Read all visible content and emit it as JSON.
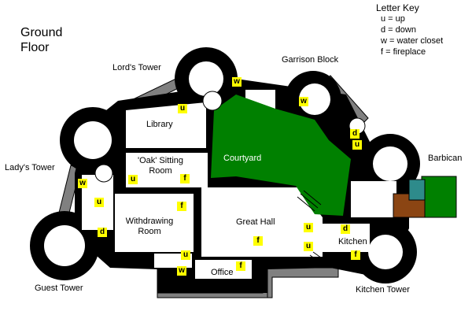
{
  "floor_title": [
    "Ground",
    "Floor"
  ],
  "legend": {
    "title": "Letter Key",
    "items": [
      "u = up",
      "d = down",
      "w = water closet",
      "f = fireplace"
    ]
  },
  "rooms": {
    "lords_tower": "Lord's Tower",
    "garrison_block": "Garrison Block",
    "library": "Library",
    "oak_sitting_room": [
      "'Oak' Sitting",
      "Room"
    ],
    "courtyard": "Courtyard",
    "ladys_tower": "Lady's Tower",
    "barbican": "Barbican",
    "withdrawing_room": [
      "Withdrawing",
      "Room"
    ],
    "great_hall": "Great Hall",
    "kitchen": "Kitchen",
    "office": "Office",
    "guest_tower": "Guest Tower",
    "kitchen_tower": "Kitchen Tower"
  },
  "markers": {
    "w_lords": "w",
    "u_lords": "u",
    "w_garrison": "w",
    "d_garrison": "d",
    "u_garrison": "u",
    "u_oak": "u",
    "f_oak": "f",
    "w_lady": "w",
    "u_lady": "u",
    "d_lady": "d",
    "f_withdraw": "f",
    "f_hall": "f",
    "u_hall1": "u",
    "d_hall": "d",
    "u_hall2": "u",
    "u_hall3": "u",
    "f_kitchen": "f",
    "w_south": "w",
    "f_office": "f"
  },
  "colors": {
    "walls": "#000000",
    "courtyard": "#008000",
    "room": "#ffffff",
    "marker": "#ffff00",
    "barbican_green": "#008000",
    "barbican_brown": "#8b4513",
    "barbican_teal": "#2e8b8b",
    "outer_wall": "#808080"
  }
}
